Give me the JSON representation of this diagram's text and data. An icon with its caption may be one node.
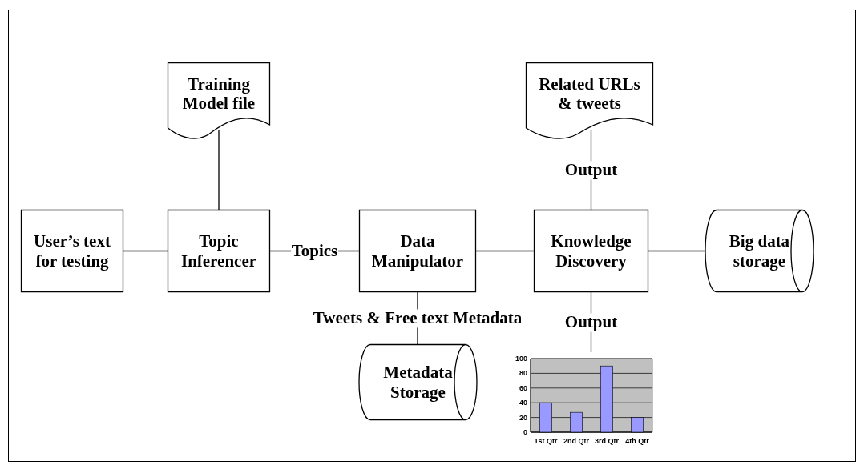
{
  "diagram": {
    "nodes": [
      {
        "text": [
          "Training Model file"
        ]
      },
      {
        "text": [
          "Related URLs & tweets"
        ]
      },
      {
        "text": [
          "User’s text for testing"
        ]
      },
      {
        "text": [
          "Topic Inferencer"
        ]
      },
      {
        "text": [
          "Data Manipulator"
        ]
      },
      {
        "text": [
          "Knowledge Discovery"
        ]
      },
      {
        "text": [
          "Big data storage"
        ]
      },
      {
        "text": [
          "Metadata Storage"
        ]
      },
      {
        "text": [],
        "shape": "chart"
      }
    ],
    "edges": [
      {
        "from": 2,
        "to": 3,
        "arrow": "none"
      },
      {
        "from": 0,
        "to": 3,
        "arrow": "none"
      },
      {
        "from": 3,
        "to": 4,
        "arrow": "none",
        "label": "Topics"
      },
      {
        "from": 4,
        "to": 5,
        "arrow": "none"
      },
      {
        "from": 5,
        "to": 6,
        "arrow": "none"
      },
      {
        "from": 1,
        "to": 5,
        "arrow": "none",
        "label": "Output"
      },
      {
        "from": 4,
        "to": 7,
        "arrow": "none",
        "label": "Tweets & Free text Metadata"
      },
      {
        "from": 5,
        "to": 8,
        "arrow": "none",
        "label": "Output"
      }
    ],
    "chart_data": {
      "type": "bar",
      "categories": [
        "1st Qtr",
        "2nd Qtr",
        "3rd Qtr",
        "4th Qtr"
      ],
      "series": [
        {
          "color": "#9999ff",
          "values": [
            40,
            27,
            90,
            20
          ]
        }
      ],
      "ylim": [
        0,
        100
      ],
      "yticks": [
        0,
        20,
        40,
        60,
        80,
        100
      ],
      "grid": true
    }
  }
}
